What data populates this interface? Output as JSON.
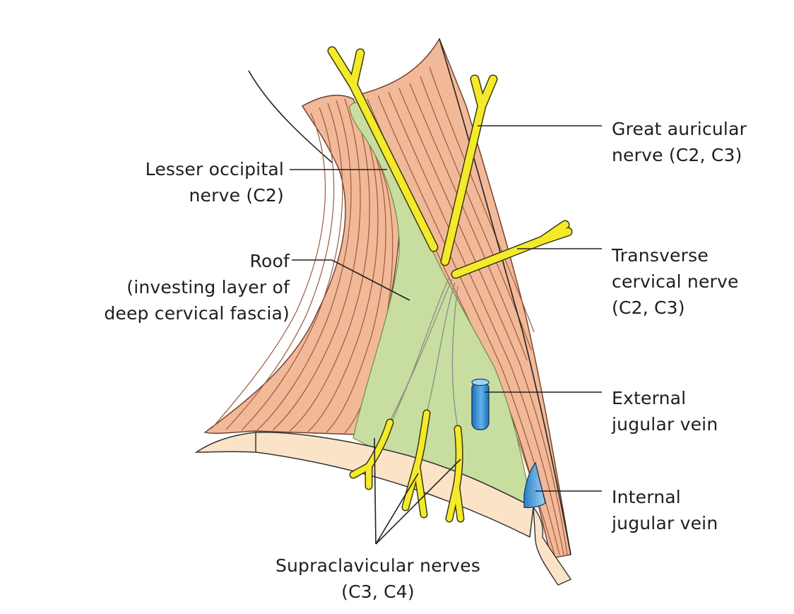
{
  "labels": {
    "great_auricular": [
      "Great auricular",
      "nerve (C2, C3)"
    ],
    "lesser_occipital": [
      "Lesser occipital",
      "nerve (C2)"
    ],
    "roof": [
      "Roof",
      "(investing layer of",
      "deep cervical fascia)"
    ],
    "transverse_cervical": [
      "Transverse",
      "cervical nerve",
      "(C2, C3)"
    ],
    "external_jugular": [
      "External",
      "jugular vein"
    ],
    "internal_jugular": [
      "Internal",
      "jugular vein"
    ],
    "supraclavicular": [
      "Supraclavicular nerves",
      "(C3, C4)"
    ]
  },
  "colors": {
    "muscle": "#f2b999",
    "muscle_fiber": "#9a5a3e",
    "fascia_roof": "#c8dea0",
    "nerve": "#f5ea2a",
    "nerve_outline": "#3a3a10",
    "vein": "#3e97d8",
    "bone": "#fae3c7",
    "leader_line": "#222222"
  }
}
